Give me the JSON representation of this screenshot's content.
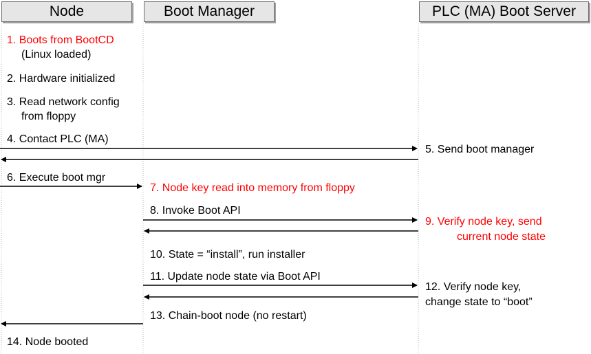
{
  "columns": {
    "node": "Node",
    "boot_manager": "Boot Manager",
    "boot_server": "PLC (MA) Boot Server"
  },
  "steps": {
    "s1_line1": "1. Boots from BootCD",
    "s1_line2": "(Linux loaded)",
    "s2": "2. Hardware initialized",
    "s3_line1": "3. Read network config",
    "s3_line2": "from floppy",
    "s4": "4. Contact PLC (MA)",
    "s5": "5. Send boot manager",
    "s6": "6. Execute boot mgr",
    "s7": "7. Node key read into memory from floppy",
    "s8": "8. Invoke Boot API",
    "s9_line1": "9. Verify node key, send",
    "s9_line2": "current node state",
    "s10": "10. State = “install”, run installer",
    "s11": "11. Update node state via Boot API",
    "s12_line1": "12. Verify node key,",
    "s12_line2": "change state to “boot”",
    "s13": "13. Chain-boot node (no restart)",
    "s14": "14. Node booted"
  },
  "colors": {
    "highlight": "#ff0000",
    "header_fill": "#e6e6e6",
    "line": "#000000"
  }
}
